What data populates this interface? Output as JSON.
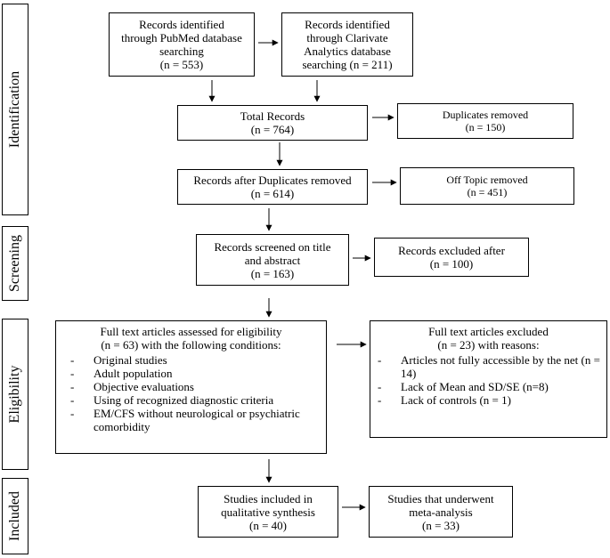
{
  "stages": {
    "identification": "Identification",
    "screening": "Screening",
    "eligibility": "Eligibility",
    "included": "Included"
  },
  "boxes": {
    "pubmed": [
      "Records identified",
      "through PubMed database",
      "searching",
      "(n = 553)"
    ],
    "clarivate": [
      "Records identified",
      "through Clarivate",
      "Analytics database",
      "searching (n = 211)"
    ],
    "total": [
      "Total Records",
      "(n = 764)"
    ],
    "duplicates": [
      "Duplicates removed",
      "(n = 150)"
    ],
    "after_dup": [
      "Records after Duplicates removed",
      "(n = 614)"
    ],
    "off_topic": [
      "Off Topic removed",
      "(n = 451)"
    ],
    "screened": [
      "Records screened on title",
      "and abstract",
      "(n = 163)"
    ],
    "excluded": [
      "Records excluded after",
      "(n = 100)"
    ],
    "fulltext": {
      "lines": [
        "Full text articles assessed for eligibility",
        "(n = 63) with the following conditions:"
      ],
      "items": [
        "Original studies",
        "Adult population",
        "Objective evaluations",
        "Using of recognized diagnostic criteria",
        "EM/CFS without neurological or psychiatric comorbidity"
      ]
    },
    "ft_excluded": {
      "lines": [
        "Full text articles excluded",
        "(n = 23) with reasons:"
      ],
      "items": [
        "Articles not fully accessible by the net (n = 14)",
        "Lack of Mean and SD/SE (n=8)",
        "Lack of controls (n = 1)"
      ]
    },
    "qualitative": [
      "Studies included in",
      "qualitative synthesis",
      "(n = 40)"
    ],
    "meta": [
      "Studies that underwent",
      "meta-analysis",
      "(n = 33)"
    ]
  }
}
